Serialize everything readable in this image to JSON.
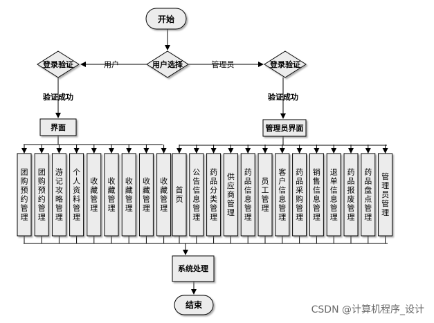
{
  "flow": {
    "start": "开始",
    "choice": "用户选择",
    "user_branch": "用户",
    "admin_branch": "管理员",
    "user_verify": "登录验证",
    "admin_verify": "登录验证",
    "user_ok": "验证成功",
    "admin_ok": "验证成功",
    "user_ui": "界面",
    "admin_ui": "管理员界面",
    "process": "系统处理",
    "end": "结束"
  },
  "user_modules": [
    "团购预约管理",
    "团购预约管理",
    "游记攻略管理",
    "个人资料管理",
    "收藏管理",
    "收藏管理",
    "收藏管理",
    "收藏管理",
    "收藏管理"
  ],
  "admin_modules": [
    "首页",
    "公告信息管理",
    "药品分类管理",
    "供应商管理",
    "药品信息管理",
    "员工管理",
    "客户信息管理",
    "药品采购管理",
    "销售信息管理",
    "退单信息管理",
    "药品报废管理",
    "药品盘点管理",
    "管理员管理"
  ],
  "watermark": "CSDN @计算机程序_设计"
}
